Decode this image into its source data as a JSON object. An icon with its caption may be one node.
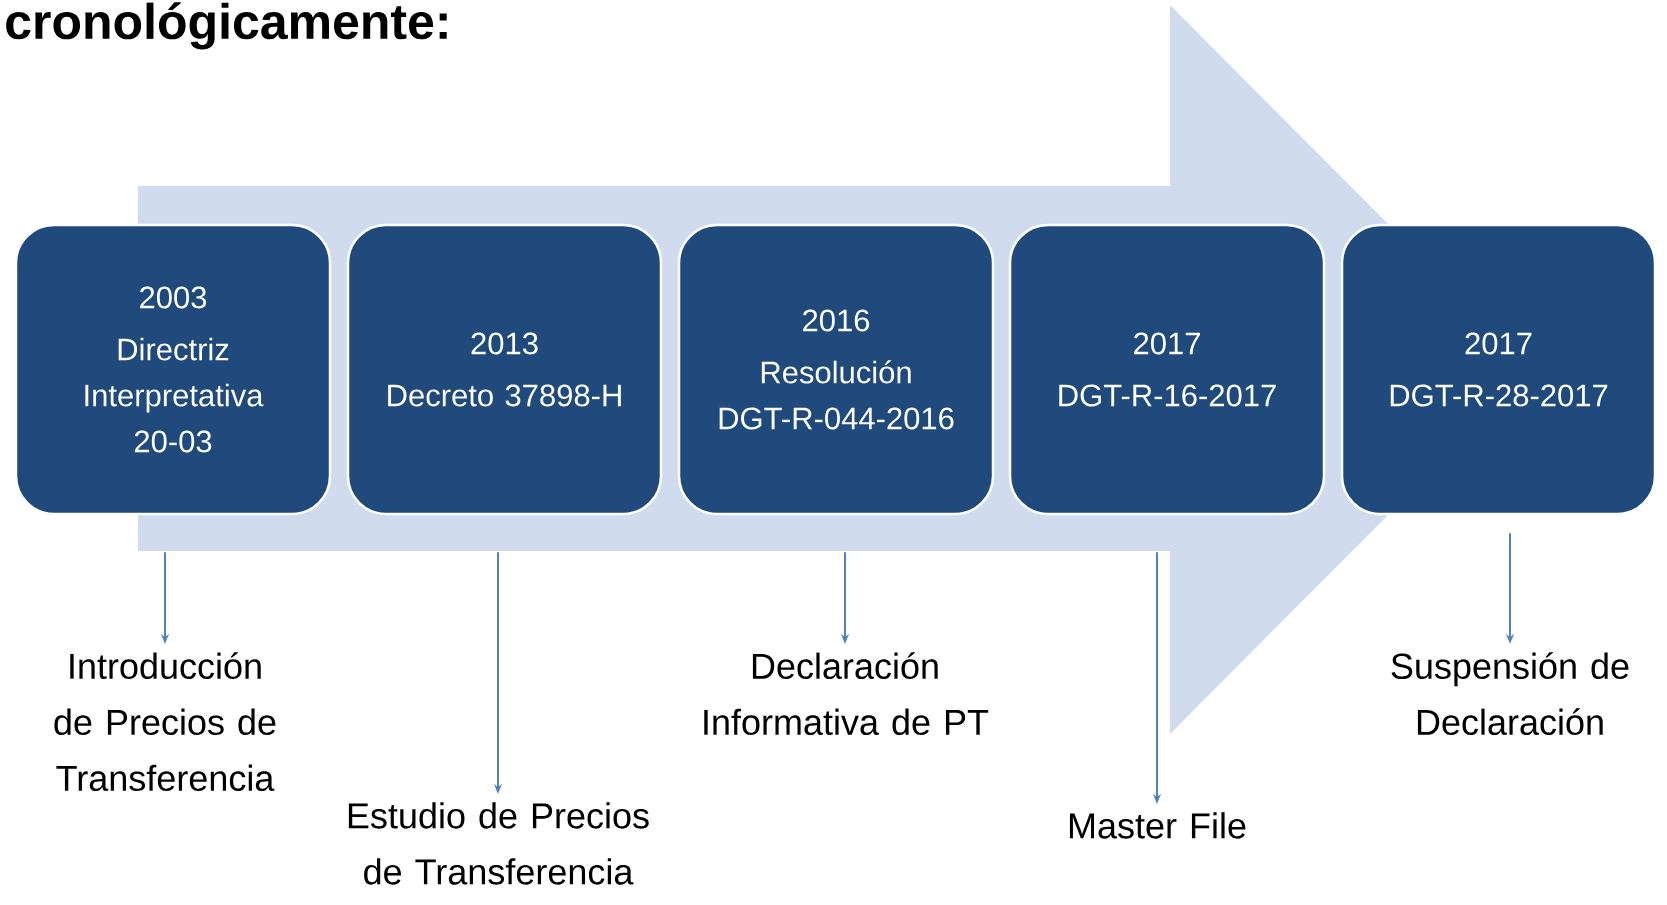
{
  "diagram": {
    "title": "cronológicamente:",
    "nodes": [
      {
        "text": [
          "2003",
          "Directriz Interpretativa 20-03"
        ]
      },
      {
        "text": [
          "2013",
          "Decreto 37898-H"
        ]
      },
      {
        "text": [
          "2016",
          "Resolución DGT-R-044-2016"
        ]
      },
      {
        "text": [
          "2017",
          "DGT-R-16-2017"
        ]
      },
      {
        "text": [
          "2017",
          "DGT-R-28-2017"
        ]
      },
      {
        "text": [
          "Introducción de Precios de Transferencia"
        ]
      },
      {
        "text": [
          "Estudio de Precios de Transferencia"
        ]
      },
      {
        "text": [
          "Declaración Informativa de PT"
        ]
      },
      {
        "text": [
          "Master File"
        ]
      },
      {
        "text": [
          "Suspensión de Declaración"
        ]
      }
    ],
    "edges": [
      {
        "from": 0,
        "to": 5,
        "arrow": "to"
      },
      {
        "from": 1,
        "to": 6,
        "arrow": "to"
      },
      {
        "from": 2,
        "to": 7,
        "arrow": "to"
      },
      {
        "from": 3,
        "to": 8,
        "arrow": "to"
      },
      {
        "from": 4,
        "to": 9,
        "arrow": "to"
      },
      {
        "from": 0,
        "to": 4,
        "arrow": "to",
        "style": "thick"
      }
    ]
  }
}
